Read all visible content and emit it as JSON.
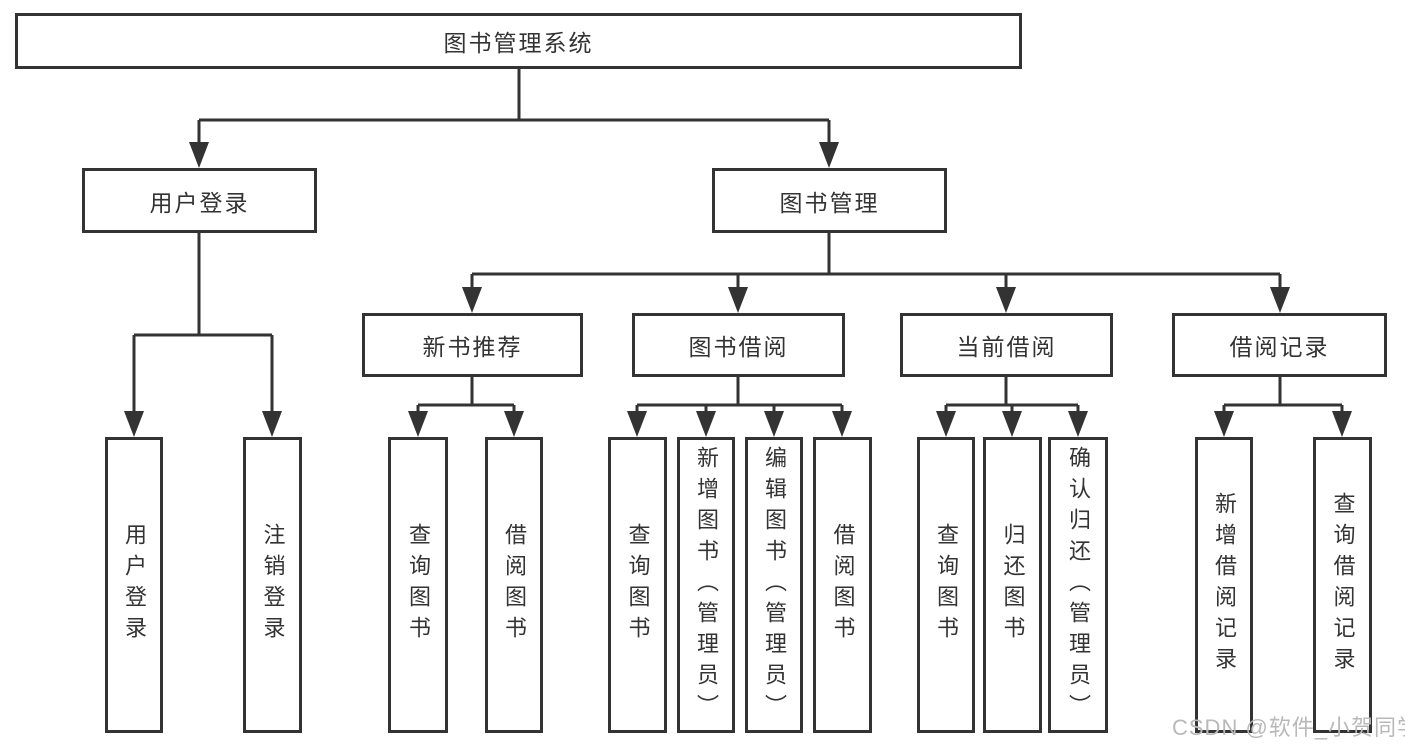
{
  "diagram_title": "图书管理系统",
  "colors": {
    "line": "#333333",
    "text": "#333333",
    "background": "#ffffff",
    "watermark": "#b9b9b9"
  },
  "nodes": {
    "root": "图书管理系统",
    "level2": [
      "用户登录",
      "图书管理"
    ],
    "level3": [
      "新书推荐",
      "图书借阅",
      "当前借阅",
      "借阅记录"
    ],
    "leaves": [
      "用户登录",
      "注销登录",
      "查询图书",
      "借阅图书",
      "查询图书",
      "新增图书（管理员）",
      "编辑图书（管理员）",
      "借阅图书",
      "查询图书",
      "归还图书",
      "确认归还（管理员）",
      "新增借阅记录",
      "查询借阅记录"
    ]
  },
  "watermark": "CSDN @软件_小贺同学"
}
